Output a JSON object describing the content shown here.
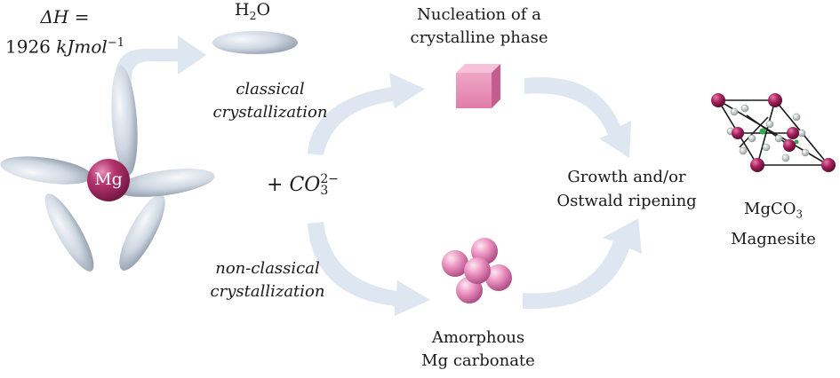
{
  "enthalpy": {
    "line1": "ΔH =",
    "line2_value": "1926",
    "line2_unit": "kJmol",
    "line2_exp": "−1"
  },
  "water": {
    "base": "H",
    "sub": "2",
    "tail": "O"
  },
  "classical": {
    "line1": "classical",
    "line2": "crystallization"
  },
  "nonclassical": {
    "line1": "non-classical",
    "line2": "crystallization"
  },
  "carbonate": {
    "prefix": "+",
    "base": "CO",
    "sub": "3",
    "sup": "2−"
  },
  "nucleation": {
    "line1": "Nucleation of a",
    "line2": "crystalline phase"
  },
  "amorphous": {
    "line1": "Amorphous",
    "line2": "Mg carbonate"
  },
  "growth": {
    "line1": "Growth and/or",
    "line2": "Ostwald ripening"
  },
  "magnesite": {
    "base": "MgCO",
    "sub": "3",
    "line2": "Magnesite"
  },
  "mg_ion": {
    "label": "Mg"
  },
  "colors": {
    "arrow": "#dde6f1",
    "mg": "#b5356f",
    "petal": "#c9d2de",
    "cube": "#e792b9",
    "sphere": "#ea8ec0"
  }
}
